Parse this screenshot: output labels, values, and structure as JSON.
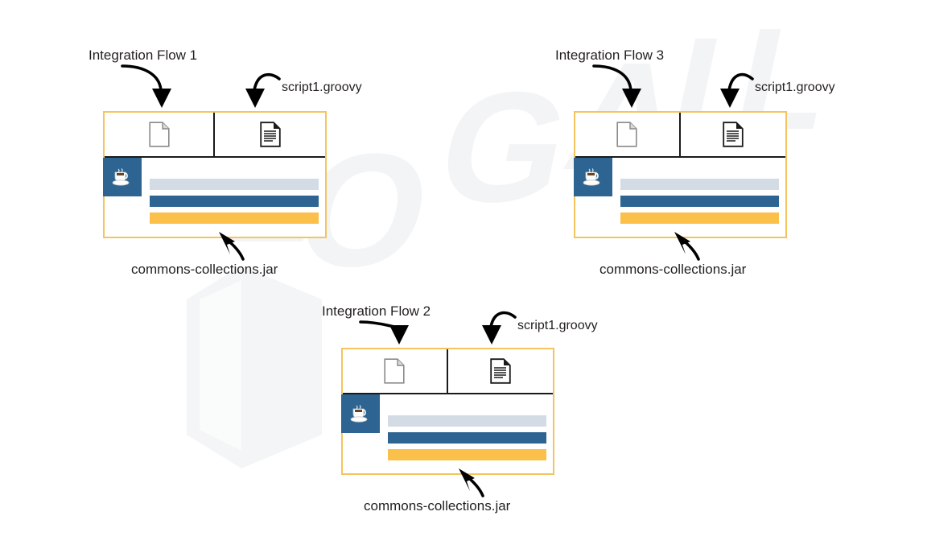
{
  "diagram": {
    "title": "Integration Flow script and library distribution diagram",
    "colors": {
      "panel_border": "#f5c45e",
      "inner_divider": "#1a1a1a",
      "java_badge_bg": "#2d6491",
      "bar_light": "#d3dce4",
      "bar_blue": "#2d6491",
      "bar_orange": "#fbc04a",
      "text": "#231f20",
      "watermark": "#f1f3f5"
    },
    "watermark_text": "BLOGALL"
  },
  "flows": [
    {
      "id": "flow-1",
      "flow_label": "Integration Flow 1",
      "script_label": "script1.groovy",
      "jar_label": "commons-collections.jar",
      "cells": [
        {
          "icon": "blank-document-icon",
          "name": "resource-file"
        },
        {
          "icon": "script-document-icon",
          "name": "groovy-script-file"
        }
      ],
      "badge_icon": "java-coffee-cup-icon",
      "bars": [
        {
          "name": "library-bar-light",
          "color": "#d3dce4"
        },
        {
          "name": "library-bar-blue",
          "color": "#2d6491"
        },
        {
          "name": "library-bar-orange",
          "color": "#fbc04a"
        }
      ]
    },
    {
      "id": "flow-2",
      "flow_label": "Integration Flow 2",
      "script_label": "script1.groovy",
      "jar_label": "commons-collections.jar",
      "cells": [
        {
          "icon": "blank-document-icon",
          "name": "resource-file"
        },
        {
          "icon": "script-document-icon",
          "name": "groovy-script-file"
        }
      ],
      "badge_icon": "java-coffee-cup-icon",
      "bars": [
        {
          "name": "library-bar-light",
          "color": "#d3dce4"
        },
        {
          "name": "library-bar-blue",
          "color": "#2d6491"
        },
        {
          "name": "library-bar-orange",
          "color": "#fbc04a"
        }
      ]
    },
    {
      "id": "flow-3",
      "flow_label": "Integration Flow 3",
      "script_label": "script1.groovy",
      "jar_label": "commons-collections.jar",
      "cells": [
        {
          "icon": "blank-document-icon",
          "name": "resource-file"
        },
        {
          "icon": "script-document-icon",
          "name": "groovy-script-file"
        }
      ],
      "badge_icon": "java-coffee-cup-icon",
      "bars": [
        {
          "name": "library-bar-light",
          "color": "#d3dce4"
        },
        {
          "name": "library-bar-blue",
          "color": "#2d6491"
        },
        {
          "name": "library-bar-orange",
          "color": "#fbc04a"
        }
      ]
    }
  ]
}
